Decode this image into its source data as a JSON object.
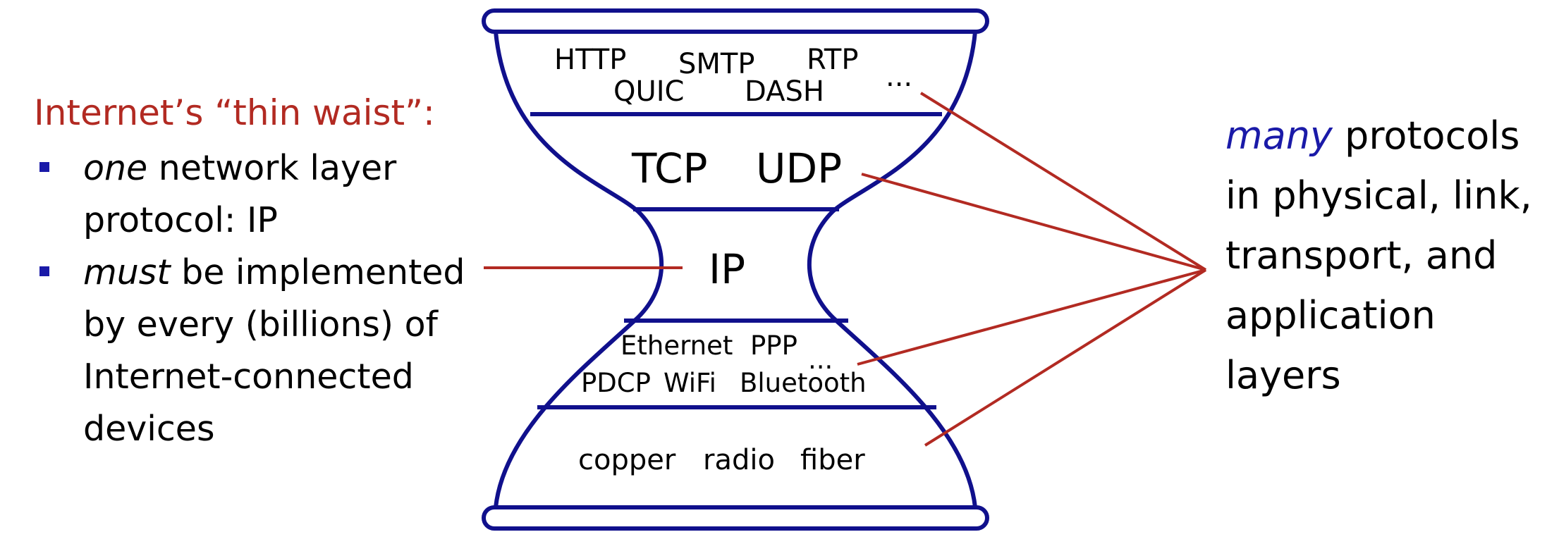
{
  "left": {
    "title": "Internet’s “thin waist”:",
    "bullets": [
      {
        "emph": "one",
        "rest": " network layer protocol: IP"
      },
      {
        "emph": "must",
        "rest": " be implemented by every (billions) of Internet-connected devices"
      }
    ]
  },
  "right": {
    "emph": "many",
    "rest": " protocols in physical, link, transport, and application layers"
  },
  "layers": {
    "app": [
      "HTTP",
      "SMTP",
      "RTP",
      "QUIC",
      "DASH",
      "..."
    ],
    "transport": [
      "TCP",
      "UDP"
    ],
    "network": "IP",
    "link": [
      "Ethernet",
      "PPP",
      "...",
      "PDCP",
      "WiFi",
      "Bluetooth"
    ],
    "physical": [
      "copper",
      "radio",
      "fiber"
    ]
  },
  "colors": {
    "hourglass": "#10108c",
    "annotation": "#b22a22",
    "accent_blue": "#1a1aa8"
  }
}
